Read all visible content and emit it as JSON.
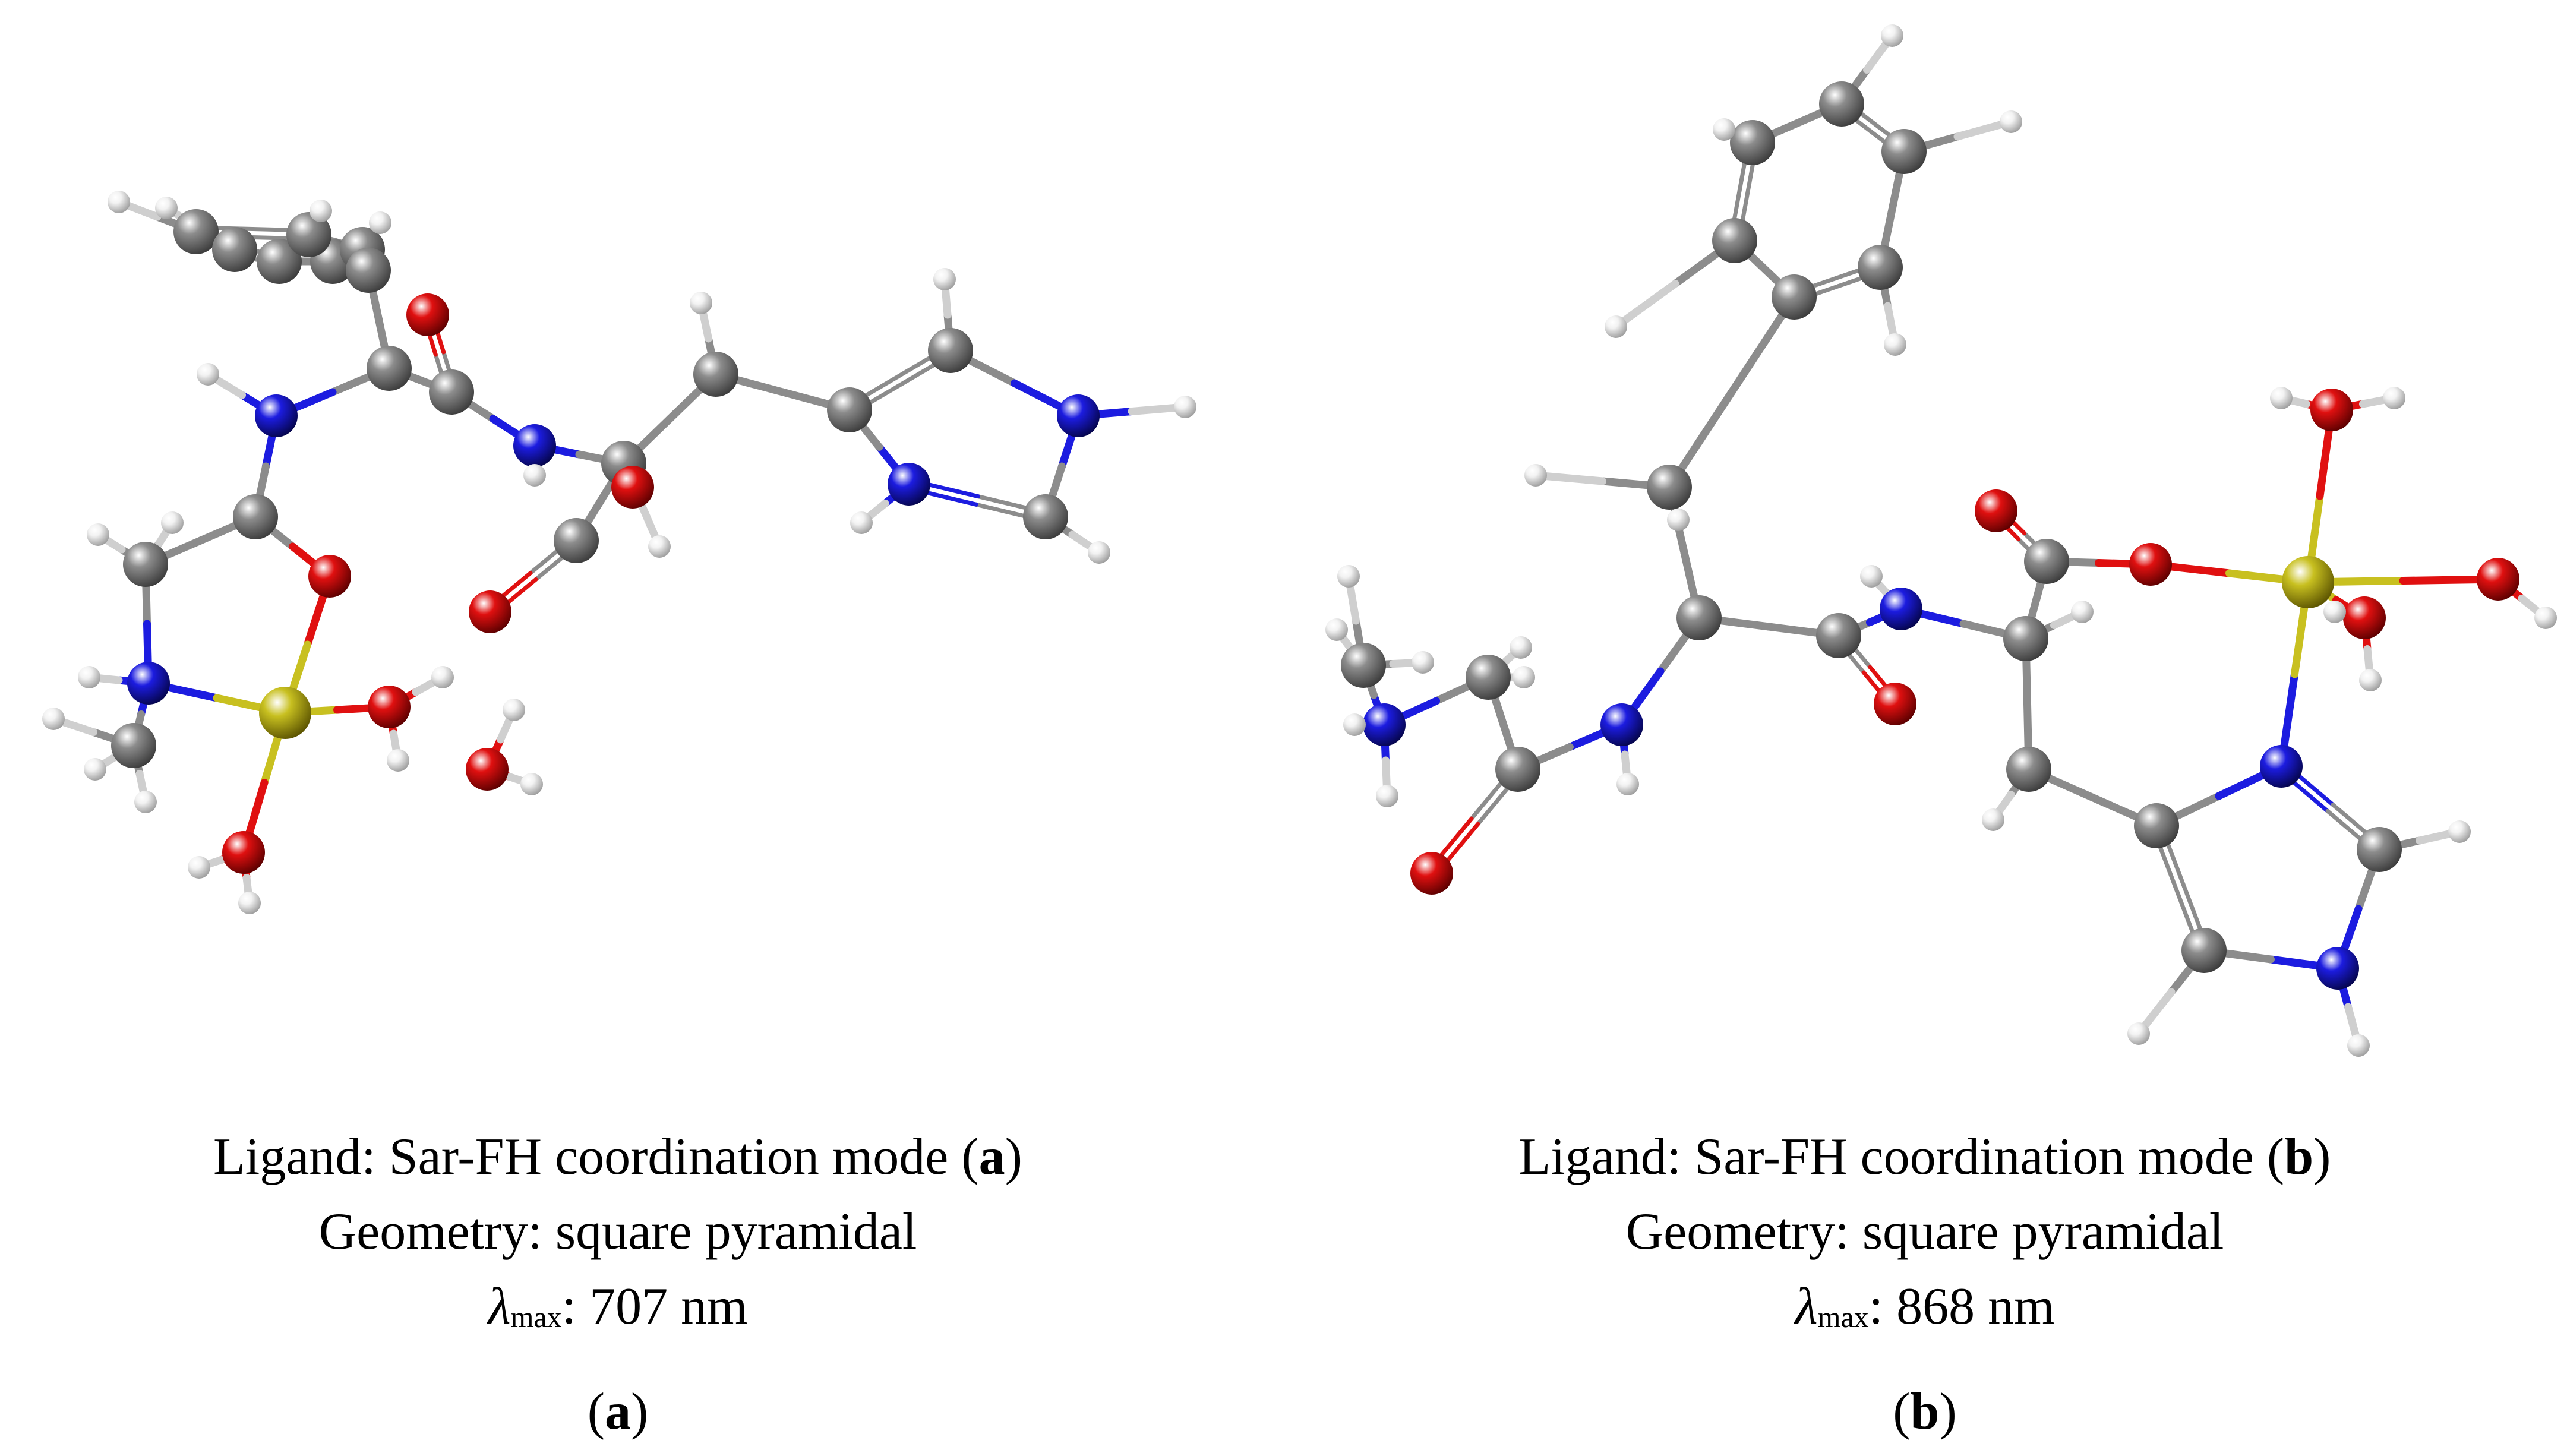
{
  "panels": [
    {
      "id": "a",
      "caption": {
        "ligand_prefix": "Ligand: Sar-FH coordination mode (",
        "ligand_mode": "a",
        "ligand_suffix": ")",
        "geometry": "Geometry: square pyramidal",
        "lambda_symbol": "λ",
        "lambda_sub": "max",
        "lambda_value": ": 707 nm",
        "label_open": "(",
        "label": "a",
        "label_close": ")"
      }
    },
    {
      "id": "b",
      "caption": {
        "ligand_prefix": "Ligand: Sar-FH coordination mode (",
        "ligand_mode": "b",
        "ligand_suffix": ")",
        "geometry": "Geometry: square pyramidal",
        "lambda_symbol": "λ",
        "lambda_sub": "max",
        "lambda_value": ": 868 nm",
        "label_open": "(",
        "label": "b",
        "label_close": ")"
      }
    }
  ],
  "element_colors": {
    "C": "#8c8c8c",
    "N": "#1c1ce0",
    "O": "#e01010",
    "H": "#f2f2f2",
    "Cu": "#c8c020"
  }
}
